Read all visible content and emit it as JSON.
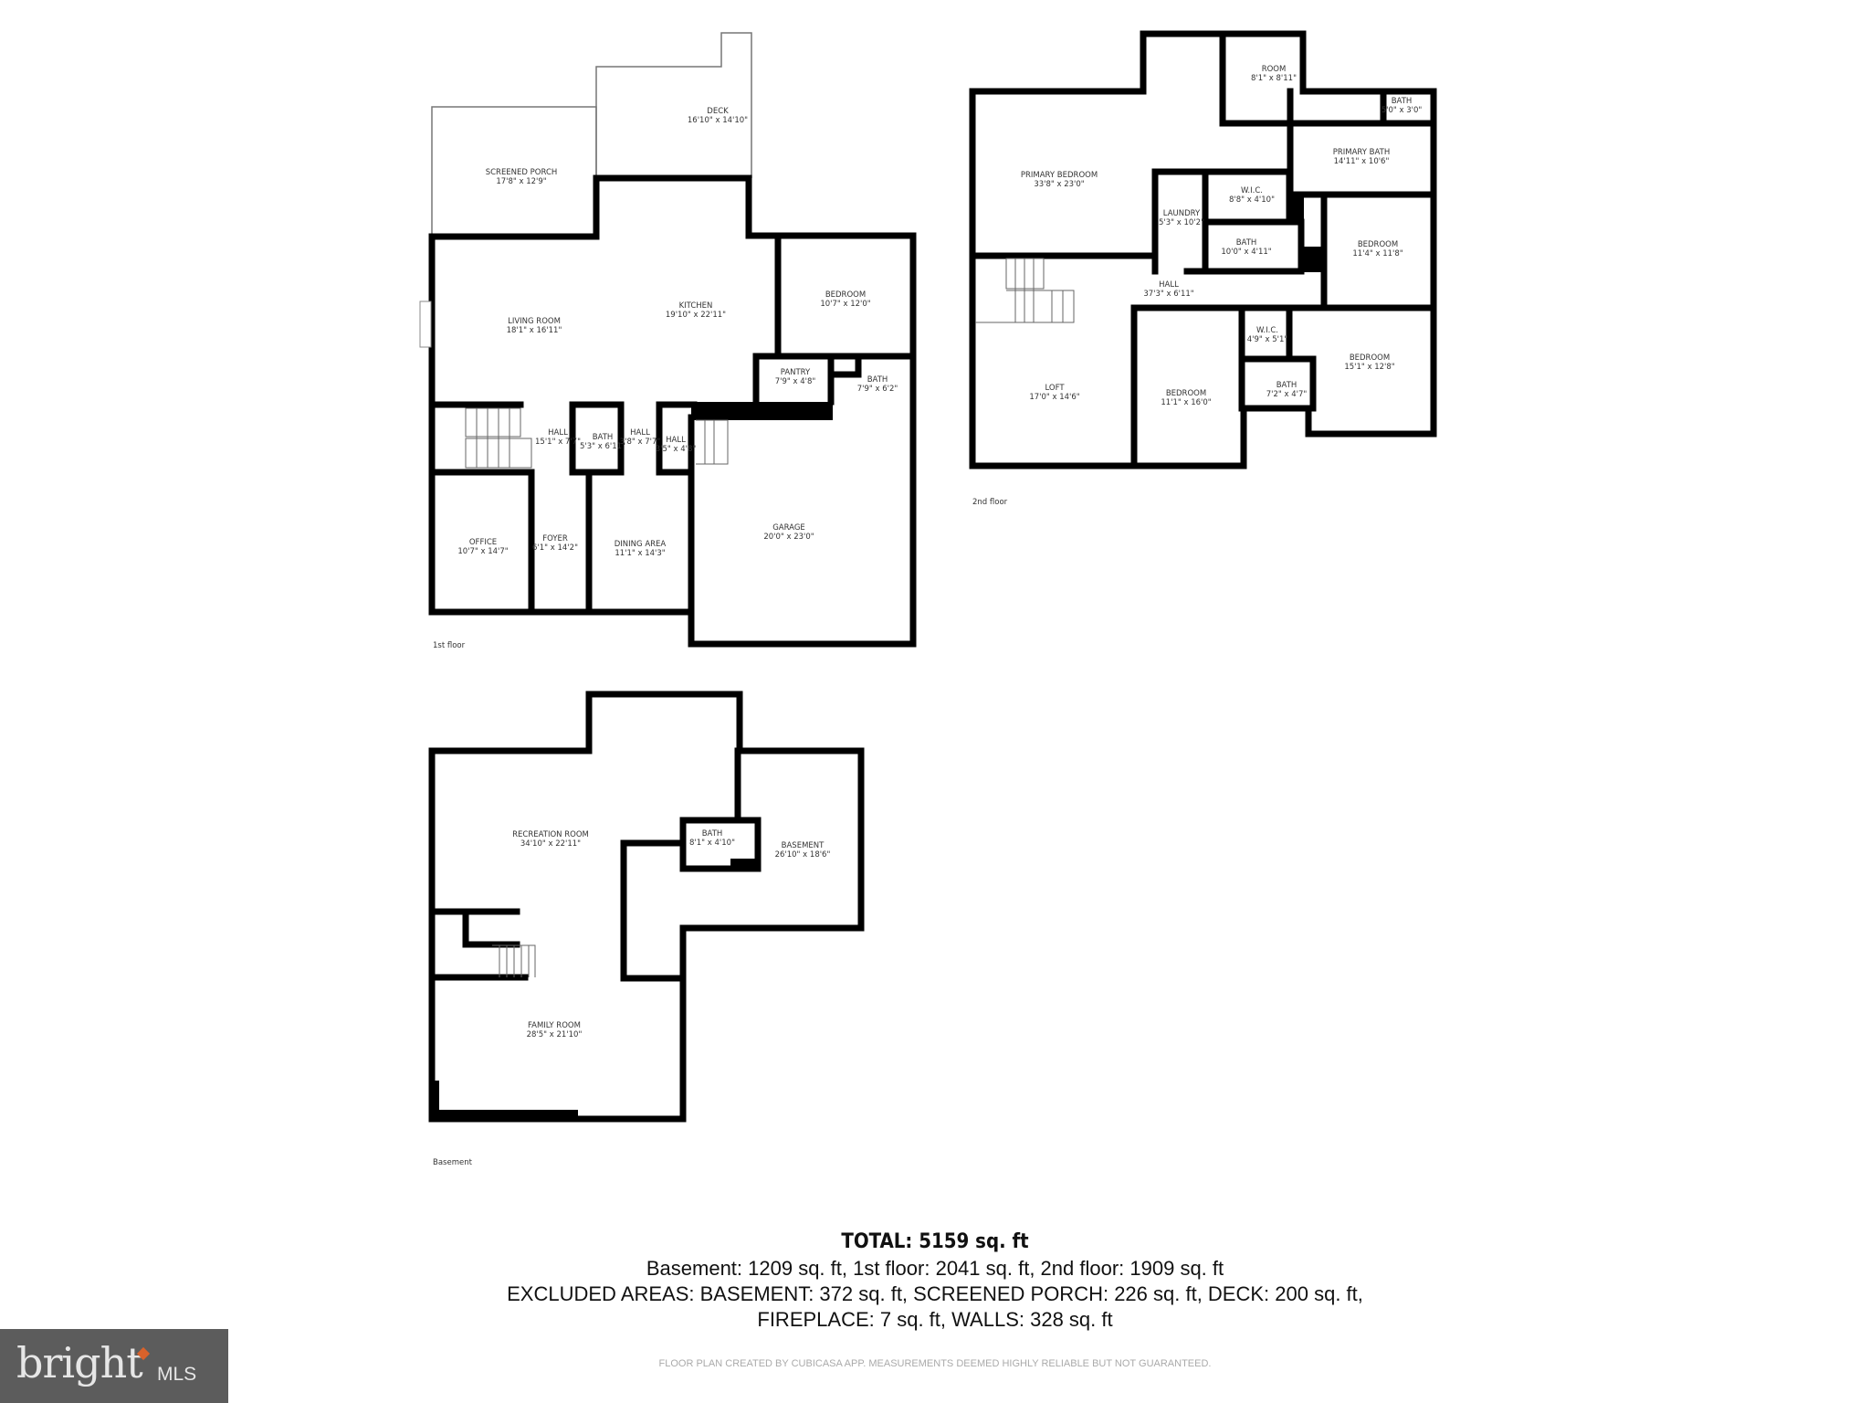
{
  "floors": {
    "first": {
      "label": "1st floor",
      "rooms": [
        {
          "name": "DECK",
          "dims": "16'10\" x 14'10\""
        },
        {
          "name": "SCREENED PORCH",
          "dims": "17'8\" x 12'9\""
        },
        {
          "name": "LIVING ROOM",
          "dims": "18'1\" x 16'11\""
        },
        {
          "name": "KITCHEN",
          "dims": "19'10\" x 22'11\""
        },
        {
          "name": "BEDROOM",
          "dims": "10'7\" x 12'0\""
        },
        {
          "name": "PANTRY",
          "dims": "7'9\" x 4'8\""
        },
        {
          "name": "BATH",
          "dims": "7'9\" x 6'2\""
        },
        {
          "name": "HALL",
          "dims": "15'1\" x 7'7\""
        },
        {
          "name": "BATH",
          "dims": "5'3\" x 6'11\""
        },
        {
          "name": "HALL",
          "dims": "3'8\" x 7'7\""
        },
        {
          "name": "HALL",
          "dims": "3'5\" x 4'8\""
        },
        {
          "name": "OFFICE",
          "dims": "10'7\" x 14'7\""
        },
        {
          "name": "FOYER",
          "dims": "6'1\" x 14'2\""
        },
        {
          "name": "DINING AREA",
          "dims": "11'1\" x 14'3\""
        },
        {
          "name": "GARAGE",
          "dims": "20'0\" x 23'0\""
        }
      ]
    },
    "second": {
      "label": "2nd floor",
      "rooms": [
        {
          "name": "ROOM",
          "dims": "8'1\" x 8'11\""
        },
        {
          "name": "BATH",
          "dims": "5'0\" x 3'0\""
        },
        {
          "name": "PRIMARY BATH",
          "dims": "14'11\" x 10'6\""
        },
        {
          "name": "PRIMARY BEDROOM",
          "dims": "33'8\" x 23'0\""
        },
        {
          "name": "LAUNDRY",
          "dims": "5'3\" x 10'2\""
        },
        {
          "name": "W.I.C.",
          "dims": "8'8\" x 4'10\""
        },
        {
          "name": "BATH",
          "dims": "10'0\" x 4'11\""
        },
        {
          "name": "BEDROOM",
          "dims": "11'4\" x 11'8\""
        },
        {
          "name": "HALL",
          "dims": "37'3\" x 6'11\""
        },
        {
          "name": "W.I.C.",
          "dims": "4'9\" x 5'1\""
        },
        {
          "name": "BEDROOM",
          "dims": "15'1\" x 12'8\""
        },
        {
          "name": "BATH",
          "dims": "7'2\" x 4'7\""
        },
        {
          "name": "LOFT",
          "dims": "17'0\" x 14'6\""
        },
        {
          "name": "BEDROOM",
          "dims": "11'1\" x 16'0\""
        }
      ]
    },
    "basement": {
      "label": "Basement",
      "rooms": [
        {
          "name": "RECREATION ROOM",
          "dims": "34'10\" x 22'11\""
        },
        {
          "name": "BATH",
          "dims": "8'1\" x 4'10\""
        },
        {
          "name": "BASEMENT",
          "dims": "26'10\" x 18'6\""
        },
        {
          "name": "FAMILY ROOM",
          "dims": "28'5\" x 21'10\""
        }
      ]
    }
  },
  "summary": {
    "total": "TOTAL: 5159 sq. ft",
    "floors_line": "Basement: 1209 sq. ft, 1st floor: 2041 sq. ft, 2nd floor: 1909 sq. ft",
    "excluded_line1": "EXCLUDED AREAS: BASEMENT: 372 sq. ft, SCREENED PORCH: 226 sq. ft, DECK: 200 sq. ft,",
    "excluded_line2": "FIREPLACE: 7 sq. ft, WALLS: 328 sq. ft",
    "disclaimer": "FLOOR PLAN CREATED BY CUBICASA APP. MEASUREMENTS DEEMED HIGHLY RELIABLE BUT NOT GUARANTEED."
  },
  "logo": {
    "brand": "bright",
    "suffix": "MLS",
    "accent_color": "#d9622b"
  }
}
